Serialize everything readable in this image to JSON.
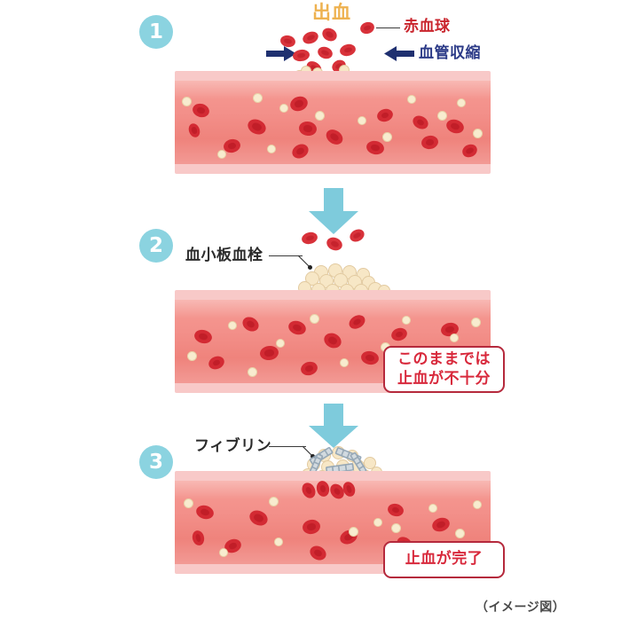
{
  "figure": {
    "footnote": "（イメージ図）"
  },
  "steps": [
    {
      "number": "1",
      "labels": {
        "bleeding": "出血",
        "red_blood_cell": "赤血球",
        "vasoconstriction": "血管収縮"
      },
      "icons": {
        "arrow_right": "arrow-right-icon",
        "arrow_left": "arrow-left-icon"
      }
    },
    {
      "number": "2",
      "labels": {
        "platelet_thrombus": "血小板血栓"
      },
      "callout": {
        "line1": "このままでは",
        "line2": "止血が不十分"
      }
    },
    {
      "number": "3",
      "labels": {
        "fibrin": "フィブリン"
      },
      "callout": {
        "line1": "止血が完了"
      }
    }
  ],
  "transitions": [
    {
      "icon": "arrow-down-icon"
    },
    {
      "icon": "arrow-down-icon"
    }
  ],
  "colors": {
    "step_badge": "#8bd3e0",
    "teal_arrow": "#7ecbdc",
    "vessel_wall": "#f8c9c8",
    "vessel_inner": "#f3908a",
    "red_blood_cell": "#d32a33",
    "platelet": "#f7e7c6",
    "bleeding_label": "#eeb250",
    "vaso_label": "#2b3a87",
    "callout_border": "#b5293c",
    "callout_text": "#d8293c",
    "fibrin": "#9fb0bf"
  }
}
